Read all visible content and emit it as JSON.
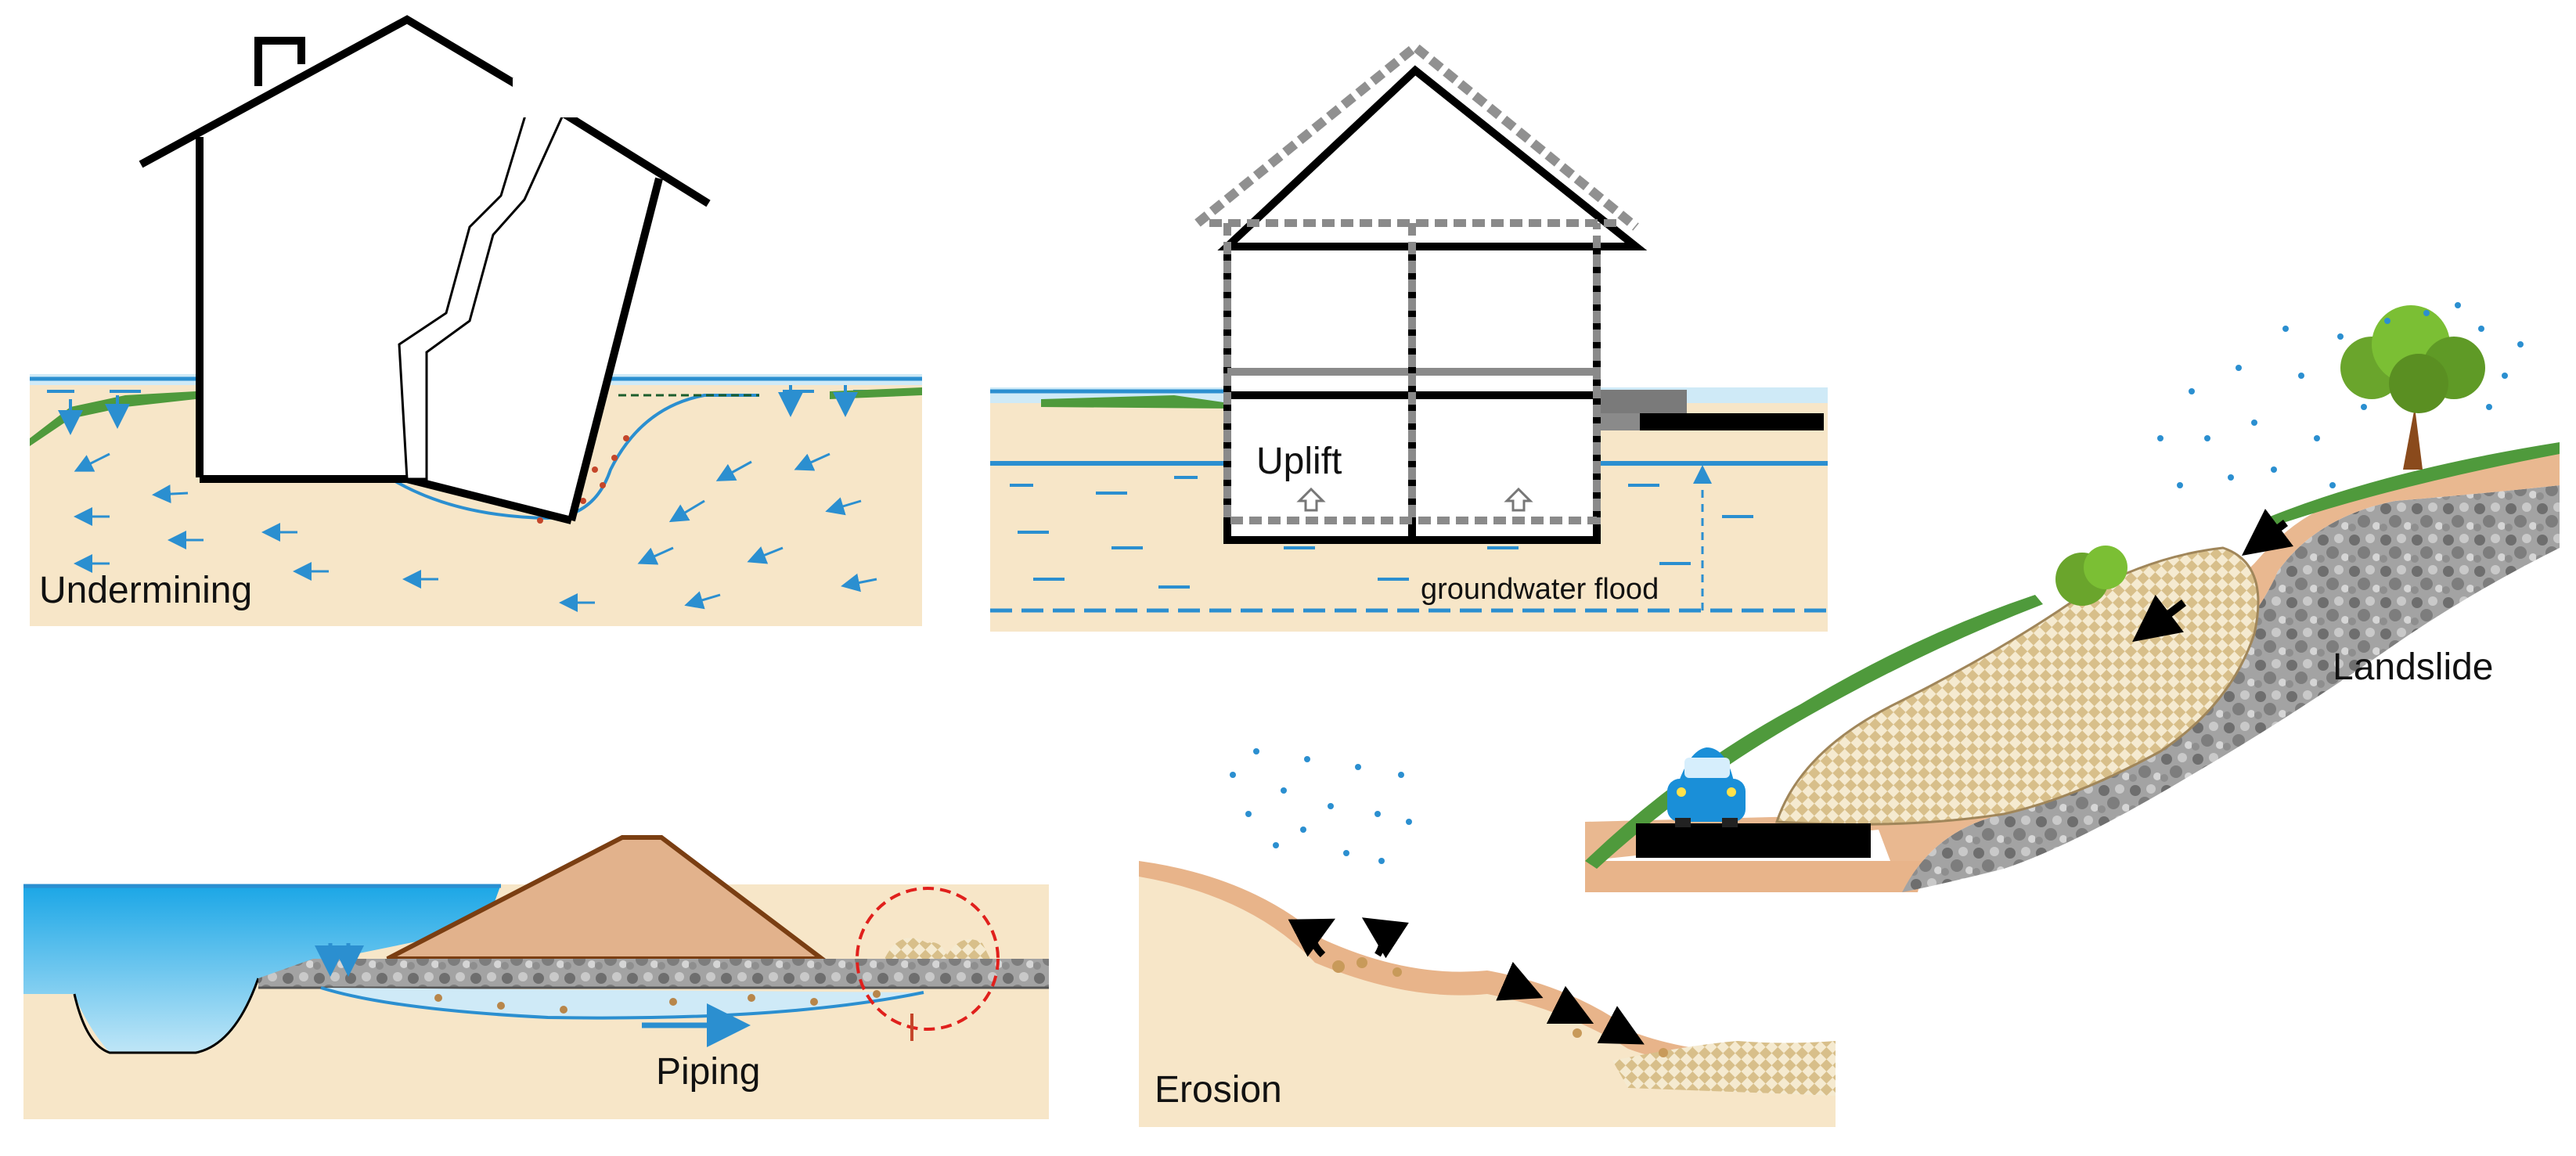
{
  "panels": {
    "undermining": {
      "label": "Undermining"
    },
    "uplift": {
      "label": "Uplift",
      "sublabel": "groundwater flood"
    },
    "landslide": {
      "label": "Landslide"
    },
    "piping": {
      "label": "Piping"
    },
    "erosion": {
      "label": "Erosion"
    }
  },
  "colors": {
    "soil": "#f7e6c8",
    "water_blue": "#2b8fd0",
    "water_light": "#cfeaf7",
    "outline": "#000000",
    "dike": "#e2b28c",
    "dike_edge": "#7a3e12",
    "gravel": "#9a9a9a",
    "grass": "#4f9a3c",
    "sand_pattern": "#e9d8a6",
    "eroded_band": "#e8b48a",
    "warning_circle": "#e0201c",
    "car": "#1a8fd8"
  }
}
